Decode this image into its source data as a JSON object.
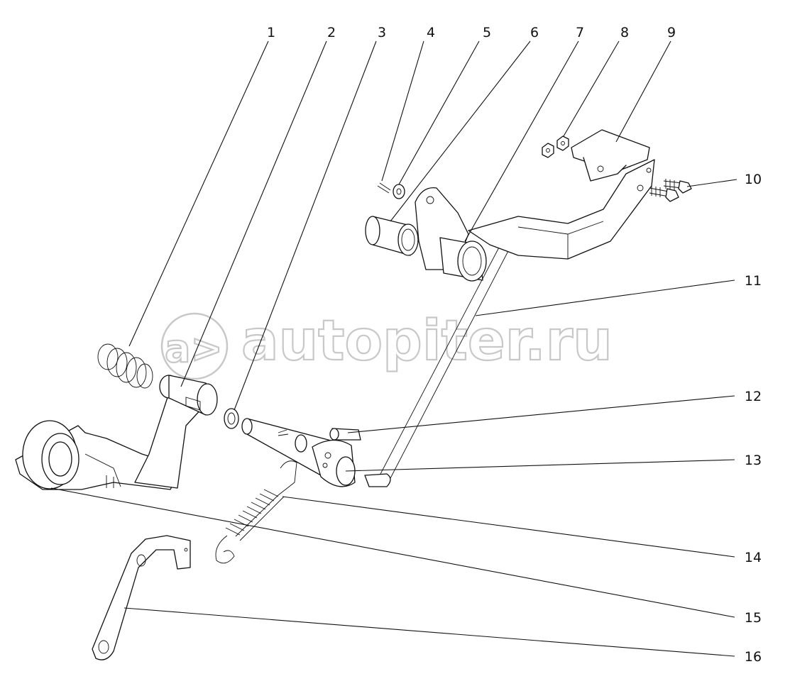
{
  "watermark": {
    "logo_text": "a>",
    "site_text": "autopiter.ru",
    "color": "#c8c8c8"
  },
  "callouts": [
    {
      "id": "1",
      "label": "1"
    },
    {
      "id": "2",
      "label": "2"
    },
    {
      "id": "3",
      "label": "3"
    },
    {
      "id": "4",
      "label": "4"
    },
    {
      "id": "5",
      "label": "5"
    },
    {
      "id": "6",
      "label": "6"
    },
    {
      "id": "7",
      "label": "7"
    },
    {
      "id": "8",
      "label": "8"
    },
    {
      "id": "9",
      "label": "9"
    },
    {
      "id": "10",
      "label": "10"
    },
    {
      "id": "11",
      "label": "11"
    },
    {
      "id": "12",
      "label": "12"
    },
    {
      "id": "13",
      "label": "13"
    },
    {
      "id": "14",
      "label": "14"
    },
    {
      "id": "15",
      "label": "15"
    },
    {
      "id": "16",
      "label": "16"
    }
  ]
}
